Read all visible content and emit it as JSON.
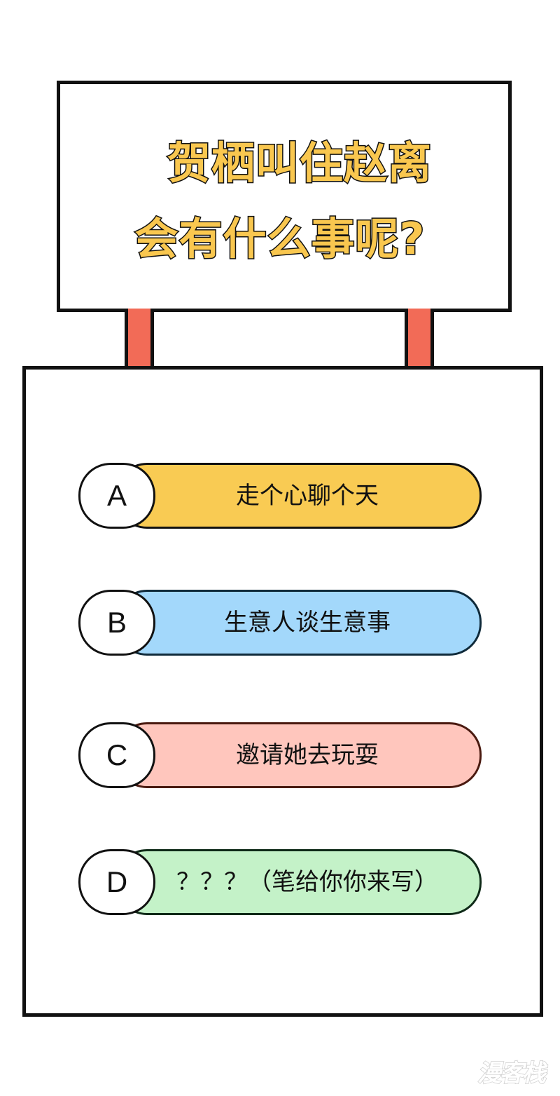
{
  "sign": {
    "title_line1": "贺栖叫住赵离",
    "title_line2": "会有什么事呢?"
  },
  "colors": {
    "title_fill": "#f9c74f",
    "post": "#f26b57",
    "option_a": "#f9cb53",
    "option_b": "#a3d8fb",
    "option_c": "#ffc6bd",
    "option_d": "#c4f2c8"
  },
  "options": [
    {
      "letter": "A",
      "text": "走个心聊个天"
    },
    {
      "letter": "B",
      "text": "生意人谈生意事"
    },
    {
      "letter": "C",
      "text": "邀请她去玩耍"
    },
    {
      "letter": "D",
      "text": "？？？（笔给你你来写）"
    }
  ],
  "watermark": {
    "text": "漫客栈"
  }
}
